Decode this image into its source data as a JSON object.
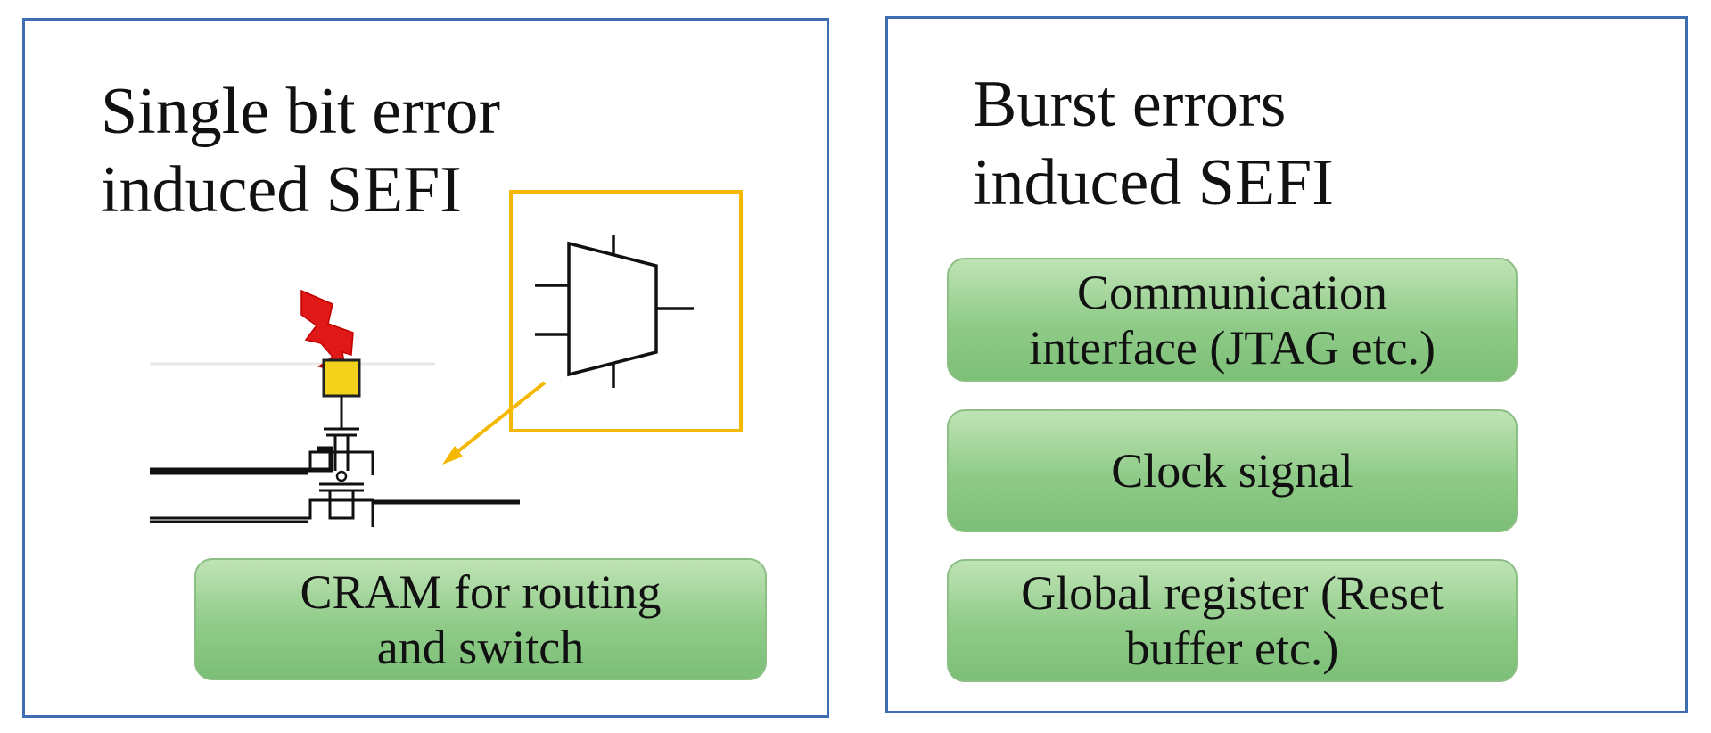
{
  "left_panel": {
    "title_line1": "Single bit error",
    "title_line2": "induced SEFI",
    "box": "CRAM for routing\nand switch",
    "icons": [
      "lightning-icon",
      "multiplexer-icon",
      "pass-transistor-icon",
      "arrow-icon"
    ],
    "colors": {
      "lightning": "#e01818",
      "cram_cell": "#f2d21b",
      "mux_frame": "#f5b800",
      "arrow": "#f5b800"
    }
  },
  "right_panel": {
    "title_line1": "Burst errors",
    "title_line2": "induced SEFI",
    "boxes": [
      "Communication\ninterface (JTAG etc.)",
      "Clock signal",
      "Global register (Reset\nbuffer etc.)"
    ]
  },
  "colors": {
    "panel_border": "#3f6db3",
    "box_fill": "#9fd398",
    "text": "#111111"
  }
}
